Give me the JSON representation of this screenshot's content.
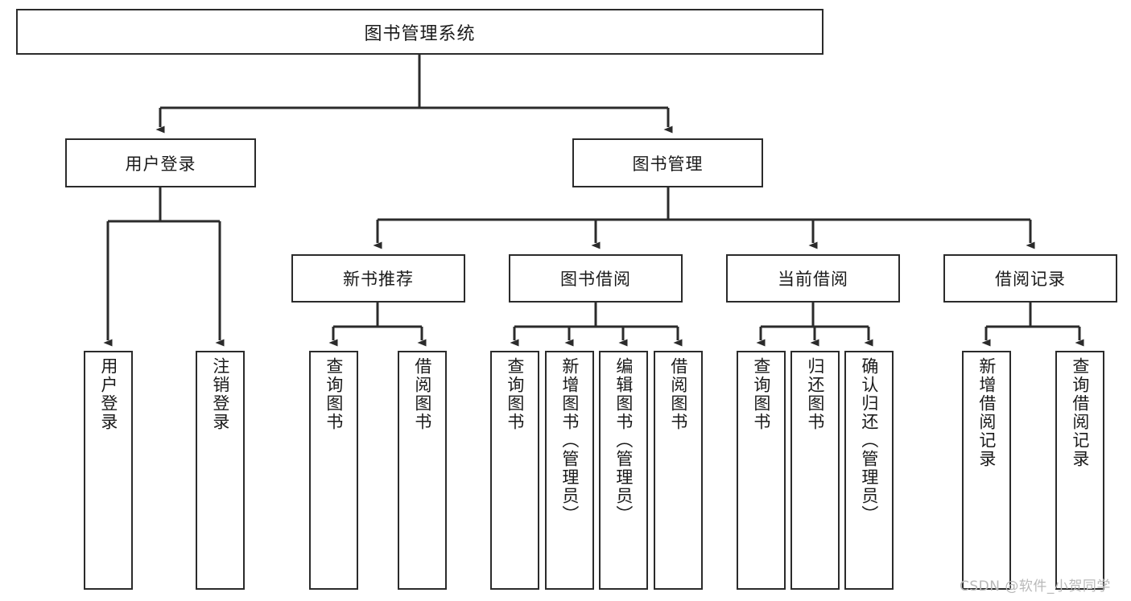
{
  "diagram": {
    "title": "图书管理系统",
    "type": "tree",
    "watermark": "CSDN @软件_小贺同学",
    "colors": {
      "box_border": "#2b2b2b",
      "box_fill": "#ffffff",
      "edge": "#2b2b2b",
      "text": "#1a1a1a",
      "watermark": "#b9b9b9"
    },
    "nodes": {
      "root": {
        "label": "图书管理系统",
        "level": 1,
        "orientation": "horizontal"
      },
      "user_login": {
        "label": "用户登录",
        "level": 2,
        "orientation": "horizontal"
      },
      "book_manage": {
        "label": "图书管理",
        "level": 2,
        "orientation": "horizontal"
      },
      "new_book_rec": {
        "label": "新书推荐",
        "level": 3,
        "orientation": "horizontal"
      },
      "book_borrow": {
        "label": "图书借阅",
        "level": 3,
        "orientation": "horizontal"
      },
      "current_borrow": {
        "label": "当前借阅",
        "level": 3,
        "orientation": "horizontal"
      },
      "borrow_record": {
        "label": "借阅记录",
        "level": 3,
        "orientation": "horizontal"
      },
      "leaf_user_login": {
        "label": "用户登录",
        "level": 4,
        "orientation": "vertical"
      },
      "leaf_logout": {
        "label": "注销登录",
        "level": 4,
        "orientation": "vertical"
      },
      "leaf_query_book_1": {
        "label": "查询图书",
        "level": 4,
        "orientation": "vertical"
      },
      "leaf_borrow_book_1": {
        "label": "借阅图书",
        "level": 4,
        "orientation": "vertical"
      },
      "leaf_query_book_2": {
        "label": "查询图书",
        "level": 4,
        "orientation": "vertical"
      },
      "leaf_add_book": {
        "label": "新增图书（管理员）",
        "level": 4,
        "orientation": "vertical"
      },
      "leaf_edit_book": {
        "label": "编辑图书（管理员）",
        "level": 4,
        "orientation": "vertical"
      },
      "leaf_borrow_book_2": {
        "label": "借阅图书",
        "level": 4,
        "orientation": "vertical"
      },
      "leaf_query_book_3": {
        "label": "查询图书",
        "level": 4,
        "orientation": "vertical"
      },
      "leaf_return_book": {
        "label": "归还图书",
        "level": 4,
        "orientation": "vertical"
      },
      "leaf_confirm_return": {
        "label": "确认归还（管理员）",
        "level": 4,
        "orientation": "vertical"
      },
      "leaf_add_record": {
        "label": "新增借阅记录",
        "level": 4,
        "orientation": "vertical"
      },
      "leaf_query_record": {
        "label": "查询借阅记录",
        "level": 4,
        "orientation": "vertical"
      }
    },
    "edges": [
      {
        "from": "root",
        "to": "user_login"
      },
      {
        "from": "root",
        "to": "book_manage"
      },
      {
        "from": "user_login",
        "to": "leaf_user_login"
      },
      {
        "from": "user_login",
        "to": "leaf_logout"
      },
      {
        "from": "book_manage",
        "to": "new_book_rec"
      },
      {
        "from": "book_manage",
        "to": "book_borrow"
      },
      {
        "from": "book_manage",
        "to": "current_borrow"
      },
      {
        "from": "book_manage",
        "to": "borrow_record"
      },
      {
        "from": "new_book_rec",
        "to": "leaf_query_book_1"
      },
      {
        "from": "new_book_rec",
        "to": "leaf_borrow_book_1"
      },
      {
        "from": "book_borrow",
        "to": "leaf_query_book_2"
      },
      {
        "from": "book_borrow",
        "to": "leaf_add_book"
      },
      {
        "from": "book_borrow",
        "to": "leaf_edit_book"
      },
      {
        "from": "book_borrow",
        "to": "leaf_borrow_book_2"
      },
      {
        "from": "current_borrow",
        "to": "leaf_query_book_3"
      },
      {
        "from": "current_borrow",
        "to": "leaf_return_book"
      },
      {
        "from": "current_borrow",
        "to": "leaf_confirm_return"
      },
      {
        "from": "borrow_record",
        "to": "leaf_add_record"
      },
      {
        "from": "borrow_record",
        "to": "leaf_query_record"
      }
    ]
  }
}
